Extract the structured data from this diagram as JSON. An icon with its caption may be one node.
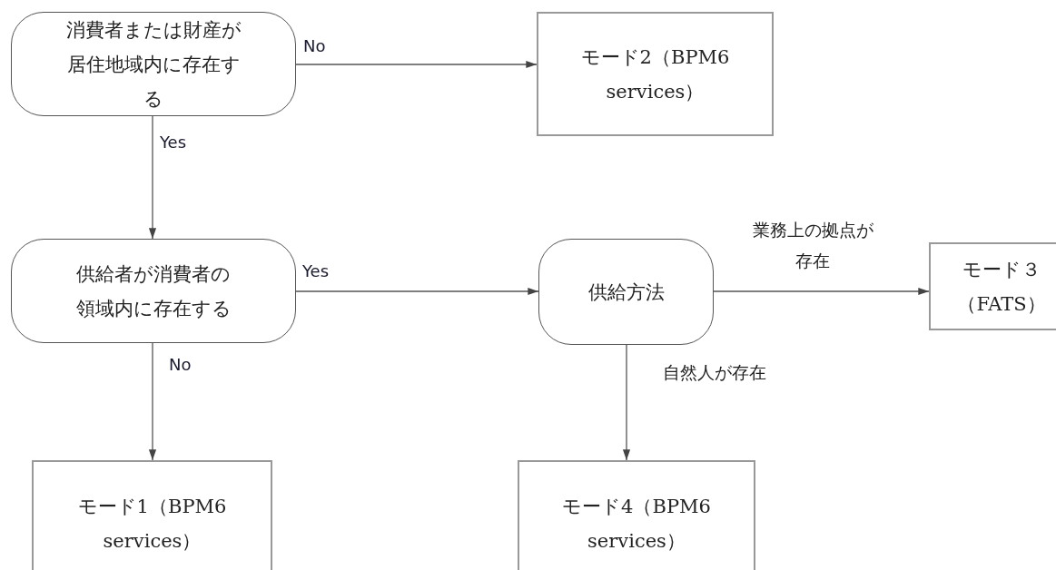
{
  "diagram": {
    "nodes": [
      {
        "text": [
          "消費者または財産が居住地域内に存在する"
        ]
      },
      {
        "text": [
          "モード2（BPM6 services）"
        ]
      },
      {
        "text": [
          "供給者が消費者の領域内に存在する"
        ]
      },
      {
        "text": [
          "供給方法"
        ]
      },
      {
        "text": [
          "モード３（FATS）"
        ]
      },
      {
        "text": [
          "モード1（BPM6 services）"
        ]
      },
      {
        "text": [
          "モード4（BPM6 services）"
        ]
      }
    ],
    "edges": [
      {
        "from": 0,
        "to": 1,
        "arrow": "to",
        "label": "No"
      },
      {
        "from": 0,
        "to": 2,
        "arrow": "to",
        "label": "Yes"
      },
      {
        "from": 2,
        "to": 3,
        "arrow": "to",
        "label": "Yes"
      },
      {
        "from": 2,
        "to": 5,
        "arrow": "to",
        "label": "No"
      },
      {
        "from": 3,
        "to": 4,
        "arrow": "to",
        "label": "業務上の拠点が存在"
      },
      {
        "from": 3,
        "to": 6,
        "arrow": "to",
        "label": "自然人が存在"
      }
    ]
  }
}
